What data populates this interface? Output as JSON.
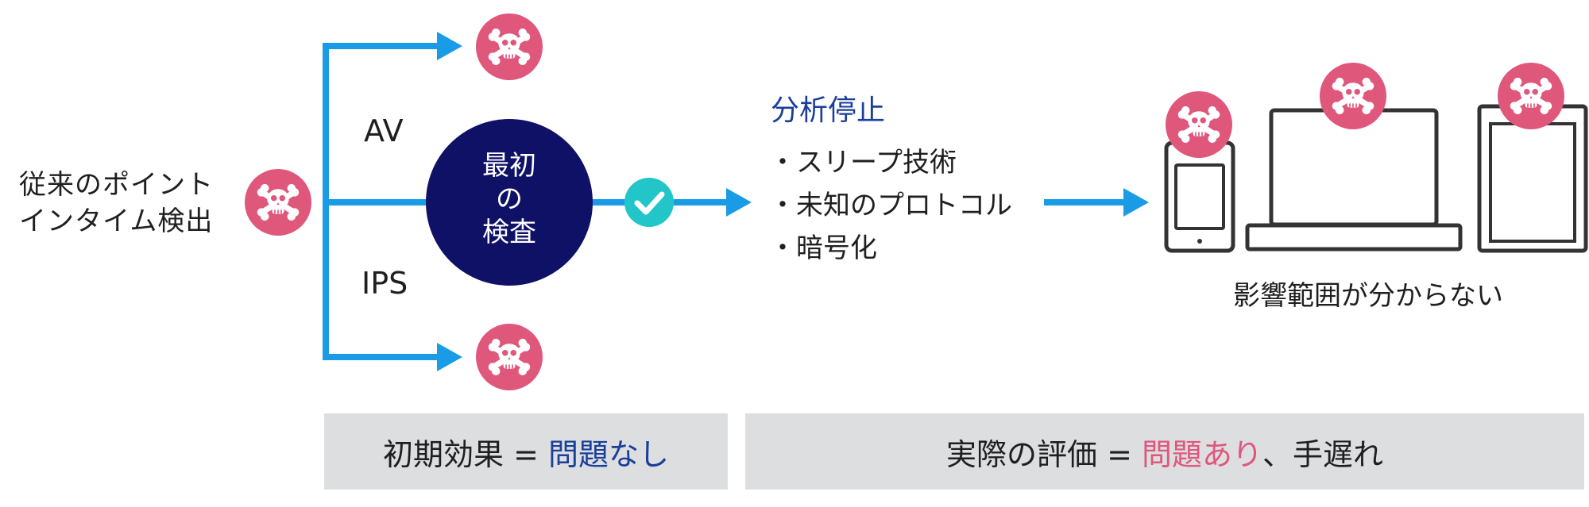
{
  "left_label": {
    "line1": "従来のポイント",
    "line2": "インタイム検出"
  },
  "branches": {
    "av": "AV",
    "ips": "IPS"
  },
  "circle": {
    "line1": "最初",
    "line2": "の",
    "line3": "検査"
  },
  "analysis": {
    "title": "分析停止",
    "bullets": [
      "・スリープ技術",
      "・未知のプロトコル",
      "・暗号化"
    ]
  },
  "impact_label": "影響範囲が分からない",
  "box_initial": {
    "prefix": "初期効果 = ",
    "highlight": "問題なし"
  },
  "box_actual": {
    "prefix": "実際の評価 = ",
    "highlight": "問題あり",
    "suffix": "、手遅れ"
  },
  "colors": {
    "arrow": "#1a9be6",
    "skull_badge": "#e0577c",
    "circle": "#0f1166",
    "check_badge": "#22c6c8",
    "blue_text": "#1a3e9a",
    "device_stroke": "#333333",
    "box_bg": "#dcdee0"
  },
  "icons": [
    "skull-crossbones-icon",
    "checkmark-icon",
    "tablet-icon",
    "laptop-icon"
  ]
}
